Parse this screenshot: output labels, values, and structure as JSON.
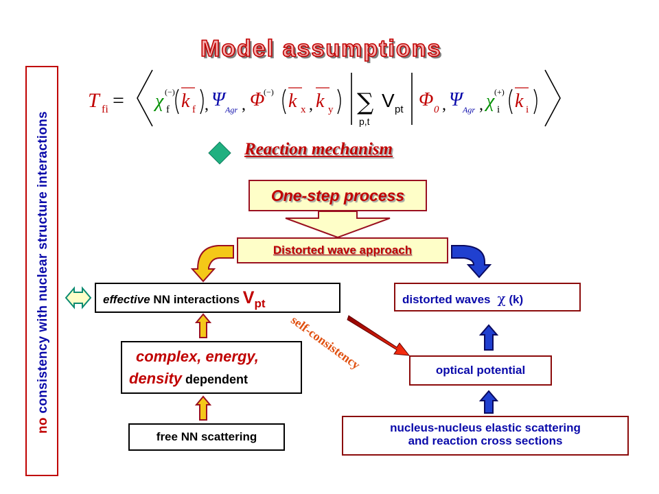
{
  "title": "Model assumptions",
  "vertical_label": {
    "prefix": "no",
    "rest": " consistency with nuclear structure interactions"
  },
  "formula": {
    "lhs_T": "T",
    "lhs_sub": "fi",
    "equals": "=",
    "chi_f": "χ",
    "chi_f_sub": "f",
    "chi_f_sup": "(−)",
    "k_f": "k",
    "k_f_sub": "f",
    "psi1": "Ψ",
    "psi1_sub": "Agr",
    "phi": "Φ",
    "phi_sup": "(−)",
    "k_x": "k",
    "k_x_sub": "x",
    "k_y": "k",
    "k_y_sub": "y",
    "sum": "∑",
    "sum_sub": "p,t",
    "v": "V",
    "v_sub": "pt",
    "phi0": "Φ",
    "phi0_sub": "0",
    "psi2": "Ψ",
    "psi2_sub": "Agr",
    "chi_i": "χ",
    "chi_i_sub": "i",
    "chi_i_sup": "(+)",
    "k_i": "k",
    "k_i_sub": "i",
    "comma": ","
  },
  "reaction_mechanism": "Reaction mechanism",
  "one_step": "One-step process",
  "distorted_wave_approach": "Distorted wave approach",
  "effective": {
    "italic": "effective",
    "rest": " NN interactions ",
    "v": "V",
    "v_sub": "pt"
  },
  "complex": {
    "line1": "complex, energy,",
    "line2_red": "density",
    "line2_black": " dependent"
  },
  "free_nn": "free NN scattering",
  "distorted_waves": {
    "text": "distorted waves",
    "chi": "χ",
    "k": " (k)"
  },
  "optical_potential": "optical potential",
  "nn_elastic": {
    "line1": "nucleus-nucleus elastic scattering",
    "line2": "and reaction cross sections"
  },
  "self_consistency": "self-consistency",
  "colors": {
    "red": "#c00000",
    "blue": "#0a0aaa",
    "yellow": "#f4c818",
    "green": "#20b080",
    "cream": "#fefec8",
    "navy": "#2040d0"
  }
}
